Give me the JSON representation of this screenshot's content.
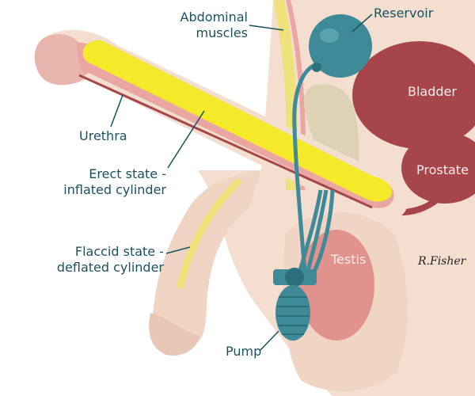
{
  "labels": {
    "abdominal_line1": "Abdominal",
    "abdominal_line2": "muscles",
    "reservoir": "Reservoir",
    "bladder": "Bladder",
    "prostate": "Prostate",
    "urethra": "Urethra",
    "erect_line1": "Erect state -",
    "erect_line2": "inflated cylinder",
    "flaccid_line1": "Flaccid state -",
    "flaccid_line2": "deflated cylinder",
    "testis": "Testis",
    "pump": "Pump"
  },
  "signature": "R.Fisher",
  "colors": {
    "skin": "#f3ded0",
    "tissue": "#e9a6a2",
    "dark_tissue": "#a6464a",
    "cylinder": "#f5ea2a",
    "device": "#3f8a98",
    "muscle_band": "#f0e27a",
    "label_text": "#1c5160"
  }
}
